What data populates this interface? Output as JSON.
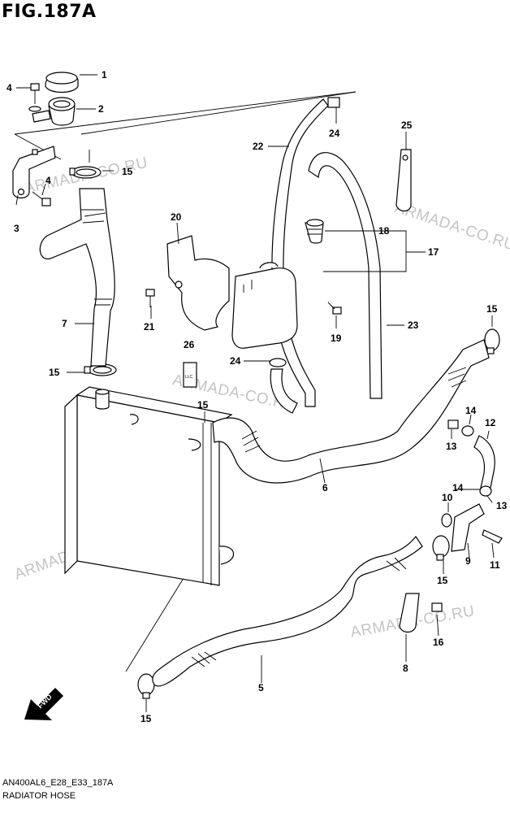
{
  "figure_title": "FIG.187A",
  "diagram_code": "AN400AL6_E28_E33_187A",
  "subtitle": "RADIATOR HOSE",
  "watermark": "ARMADA-CO.RU",
  "fwd_label": "FWD",
  "llc_label": "LLC",
  "callouts": {
    "c1": "1",
    "c2": "2",
    "c3": "3",
    "c4a": "4",
    "c4b": "4",
    "c5": "5",
    "c6": "6",
    "c7": "7",
    "c8": "8",
    "c9": "9",
    "c10": "10",
    "c11": "11",
    "c12": "12",
    "c13a": "13",
    "c13b": "13",
    "c14a": "14",
    "c14b": "14",
    "c15a": "15",
    "c15b": "15",
    "c15c": "15",
    "c15d": "15",
    "c15e": "15",
    "c15f": "15",
    "c16": "16",
    "c17": "17",
    "c18": "18",
    "c19": "19",
    "c20": "20",
    "c21": "21",
    "c22": "22",
    "c23": "23",
    "c24a": "24",
    "c24b": "24",
    "c25": "25",
    "c26": "26"
  },
  "colors": {
    "line": "#000000",
    "watermark": "#c4c4c4",
    "background": "#ffffff"
  }
}
